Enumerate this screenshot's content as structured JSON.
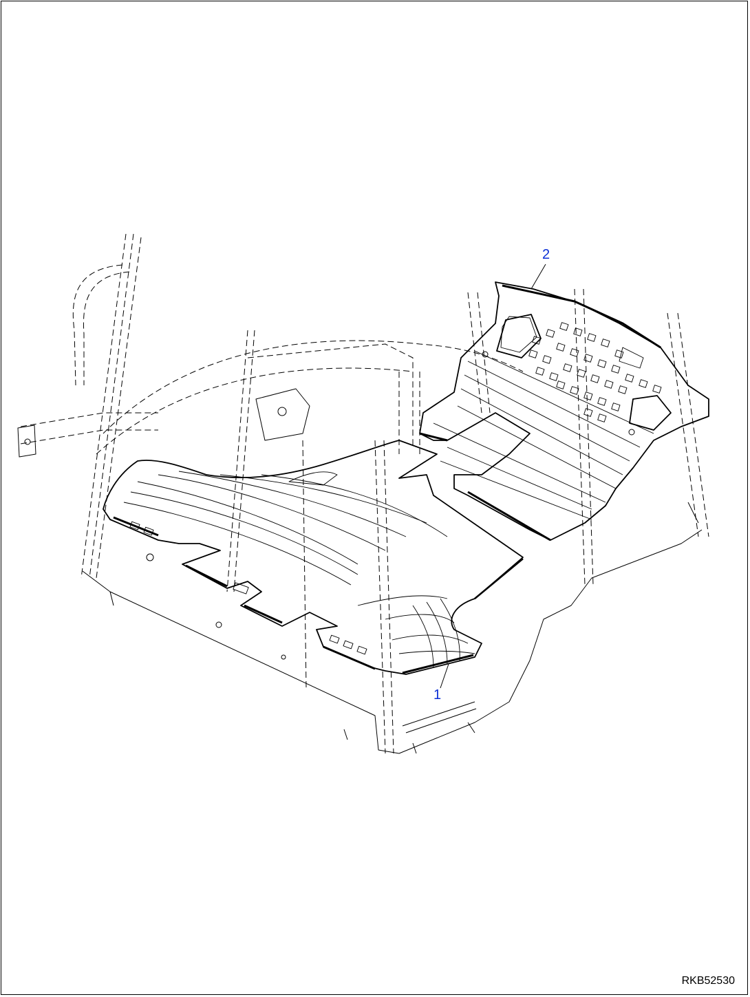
{
  "callouts": {
    "part_1": "1",
    "part_2": "2"
  },
  "drawing_number": "RKB52530",
  "colors": {
    "line": "#000000",
    "callout": "#0b2fd6",
    "background": "#ffffff"
  }
}
